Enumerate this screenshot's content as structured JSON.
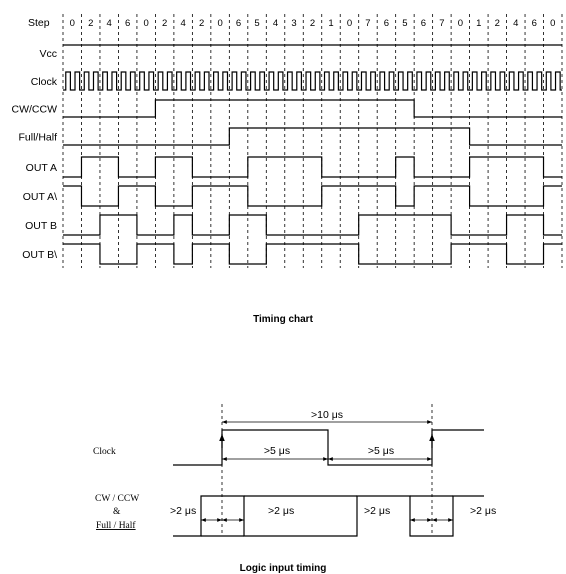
{
  "timing_chart": {
    "caption": "Timing chart",
    "step_header": "Step",
    "steps": [
      "0",
      "2",
      "4",
      "6",
      "0",
      "2",
      "4",
      "2",
      "0",
      "6",
      "5",
      "4",
      "3",
      "2",
      "1",
      "0",
      "7",
      "6",
      "5",
      "6",
      "7",
      "0",
      "1",
      "2",
      "4",
      "6",
      "0"
    ],
    "signals": [
      {
        "name": "Vcc",
        "levels": [
          1,
          1,
          1,
          1,
          1,
          1,
          1,
          1,
          1,
          1,
          1,
          1,
          1,
          1,
          1,
          1,
          1,
          1,
          1,
          1,
          1,
          1,
          1,
          1,
          1,
          1,
          1
        ]
      },
      {
        "name": "Clock",
        "levels": "clock"
      },
      {
        "name": "CW/CCW",
        "levels": [
          0,
          0,
          0,
          0,
          0,
          1,
          1,
          1,
          1,
          1,
          1,
          1,
          1,
          1,
          1,
          1,
          1,
          1,
          1,
          0,
          0,
          0,
          0,
          0,
          0,
          0,
          0
        ]
      },
      {
        "name": "Full/Half",
        "levels": [
          0,
          0,
          0,
          0,
          0,
          0,
          0,
          0,
          0,
          1,
          1,
          1,
          1,
          1,
          1,
          1,
          1,
          1,
          1,
          1,
          1,
          1,
          0,
          0,
          0,
          0,
          0
        ]
      },
      {
        "name": "OUT A",
        "levels": [
          0,
          1,
          1,
          0,
          0,
          1,
          1,
          0,
          0,
          0,
          1,
          1,
          1,
          1,
          0,
          0,
          0,
          0,
          1,
          0,
          0,
          0,
          1,
          1,
          1,
          1,
          0
        ]
      },
      {
        "name": "OUT A\\",
        "levels": [
          1,
          0,
          0,
          1,
          1,
          0,
          0,
          1,
          1,
          1,
          0,
          0,
          0,
          0,
          1,
          1,
          1,
          1,
          0,
          1,
          1,
          1,
          0,
          0,
          0,
          0,
          1
        ]
      },
      {
        "name": "OUT B",
        "levels": [
          0,
          0,
          1,
          1,
          0,
          0,
          1,
          0,
          0,
          1,
          1,
          0,
          0,
          0,
          0,
          0,
          1,
          1,
          1,
          1,
          1,
          0,
          0,
          0,
          1,
          1,
          0
        ]
      },
      {
        "name": "OUT B\\",
        "levels": [
          1,
          1,
          0,
          0,
          1,
          1,
          0,
          1,
          1,
          0,
          0,
          1,
          1,
          1,
          1,
          1,
          0,
          0,
          0,
          0,
          0,
          1,
          1,
          1,
          0,
          0,
          1
        ]
      }
    ]
  },
  "logic_timing": {
    "caption": "Logic input timing",
    "clock_label": "Clock",
    "cw_label_line1": "CW / CCW",
    "cw_label_line2": "&",
    "cw_label_line3": "Full / Half",
    "period": ">10 μs",
    "high_time": ">5 μs",
    "low_time": ">5 μs",
    "setup_1": ">2 μs",
    "hold_1": ">2 μs",
    "setup_2": ">2 μs",
    "hold_2": ">2 μs"
  }
}
